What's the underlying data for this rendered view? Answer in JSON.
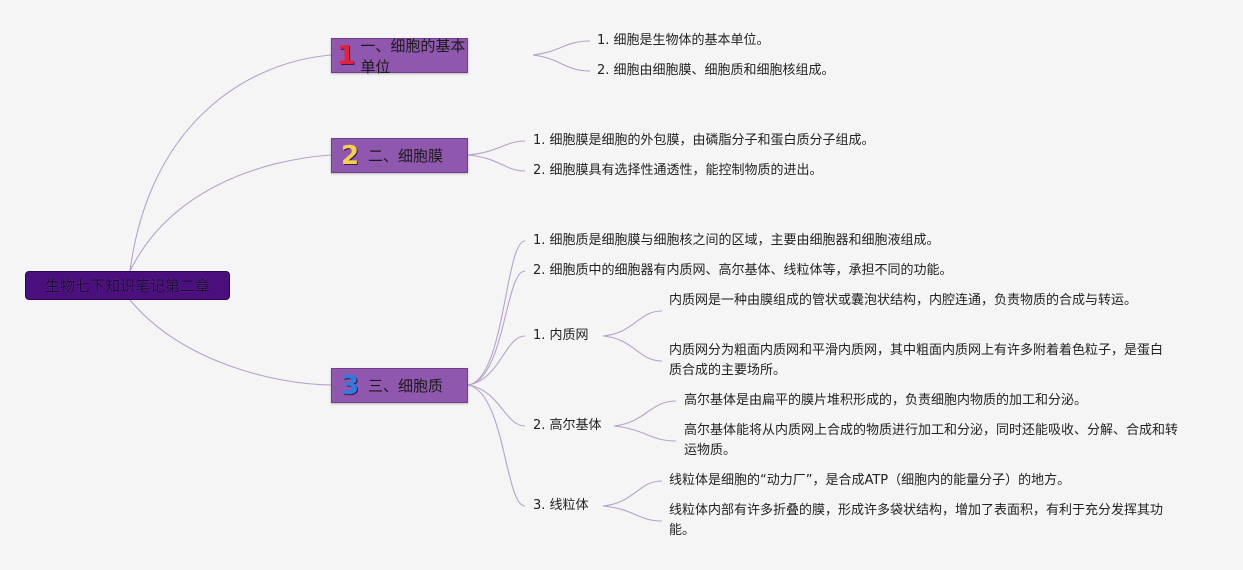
{
  "root": {
    "title": "生物七下知识笔记第二章"
  },
  "topics": [
    {
      "number": "1",
      "title": "一、细胞的基本单位",
      "points": [
        "1. 细胞是生物体的基本单位。",
        "2. 细胞由细胞膜、细胞质和细胞核组成。"
      ]
    },
    {
      "number": "2",
      "title": "二、细胞膜",
      "points": [
        "1. 细胞膜是细胞的外包膜，由磷脂分子和蛋白质分子组成。",
        "2. 细胞膜具有选择性通透性，能控制物质的进出。"
      ]
    },
    {
      "number": "3",
      "title": "三、细胞质",
      "points": [
        "1. 细胞质是细胞膜与细胞核之间的区域，主要由细胞器和细胞液组成。",
        "2. 细胞质中的细胞器有内质网、高尔基体、线粒体等，承担不同的功能。"
      ],
      "organelles": [
        {
          "label": "1. 内质网",
          "details": [
            "内质网是一种由膜组成的管状或囊泡状结构，内腔连通，负责物质的合成与转运。",
            "内质网分为粗面内质网和平滑内质网，其中粗面内质网上有许多附着着色粒子，是蛋白质合成的主要场所。"
          ]
        },
        {
          "label": "2. 高尔基体",
          "details": [
            "高尔基体是由扁平的膜片堆积形成的，负责细胞内物质的加工和分泌。",
            "高尔基体能将从内质网上合成的物质进行加工和分泌，同时还能吸收、分解、合成和转运物质。"
          ]
        },
        {
          "label": "3. 线粒体",
          "details": [
            "线粒体是细胞的“动力厂”，是合成ATP（细胞内的能量分子）的地方。",
            "线粒体内部有许多折叠的膜，形成许多袋状结构，增加了表面积，有利于充分发挥其功能。"
          ]
        }
      ]
    }
  ]
}
